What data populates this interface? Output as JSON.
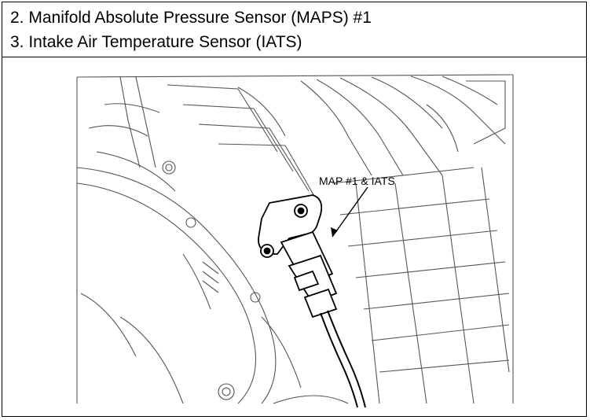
{
  "header": {
    "line1": "2. Manifold Absolute Pressure Sensor (MAPS) #1",
    "line2": "3. Intake Air Temperature Sensor (IATS)"
  },
  "figure": {
    "callout_label": "MAP #1 & IATS"
  },
  "colors": {
    "line": "#000000",
    "background": "#ffffff",
    "sketch": "#444444"
  }
}
